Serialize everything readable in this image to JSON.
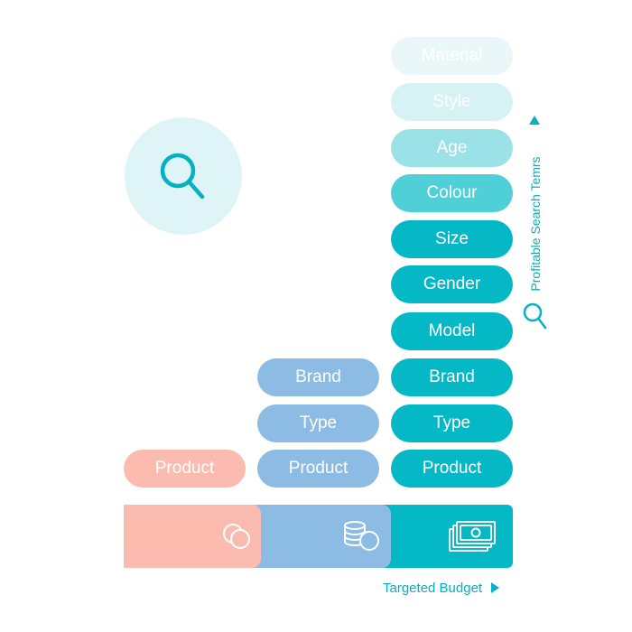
{
  "columns": [
    {
      "color": "#fbbbaf",
      "pills": [
        "Product"
      ]
    },
    {
      "color": "#8cbbe3",
      "pills": [
        "Product",
        "Type",
        "Brand"
      ]
    },
    {
      "pills": [
        "Product",
        "Type",
        "Brand",
        "Model",
        "Gender",
        "Size",
        "Colour",
        "Age",
        "Style",
        "Material"
      ],
      "colors": [
        "#05b8c6",
        "#05b8c6",
        "#05b8c6",
        "#05b8c6",
        "#05b8c6",
        "#05b8c6",
        "#4fcfd8",
        "#9be2e8",
        "#d7f2f5",
        "#eaf7f9"
      ],
      "text_colors": [
        "#ffffff",
        "#ffffff",
        "#ffffff",
        "#ffffff",
        "#ffffff",
        "#ffffff",
        "#ffffff",
        "#ffffff",
        "#ffffff",
        "#ffffff"
      ]
    }
  ],
  "axis": {
    "search_terms_label": "Profitable Search Temrs",
    "budget_label": "Targeted Budget"
  },
  "icons": {
    "main": "search-icon",
    "budget_low": "coins-icon",
    "budget_mid": "coin-stack-icon",
    "budget_high": "banknotes-icon",
    "axis": "search-icon"
  },
  "colors": {
    "accent": "#05b0c0",
    "search_circle": "#dff4f7",
    "low": "#fbbbaf",
    "mid": "#8cbbe3",
    "high": "#05b8c6"
  }
}
